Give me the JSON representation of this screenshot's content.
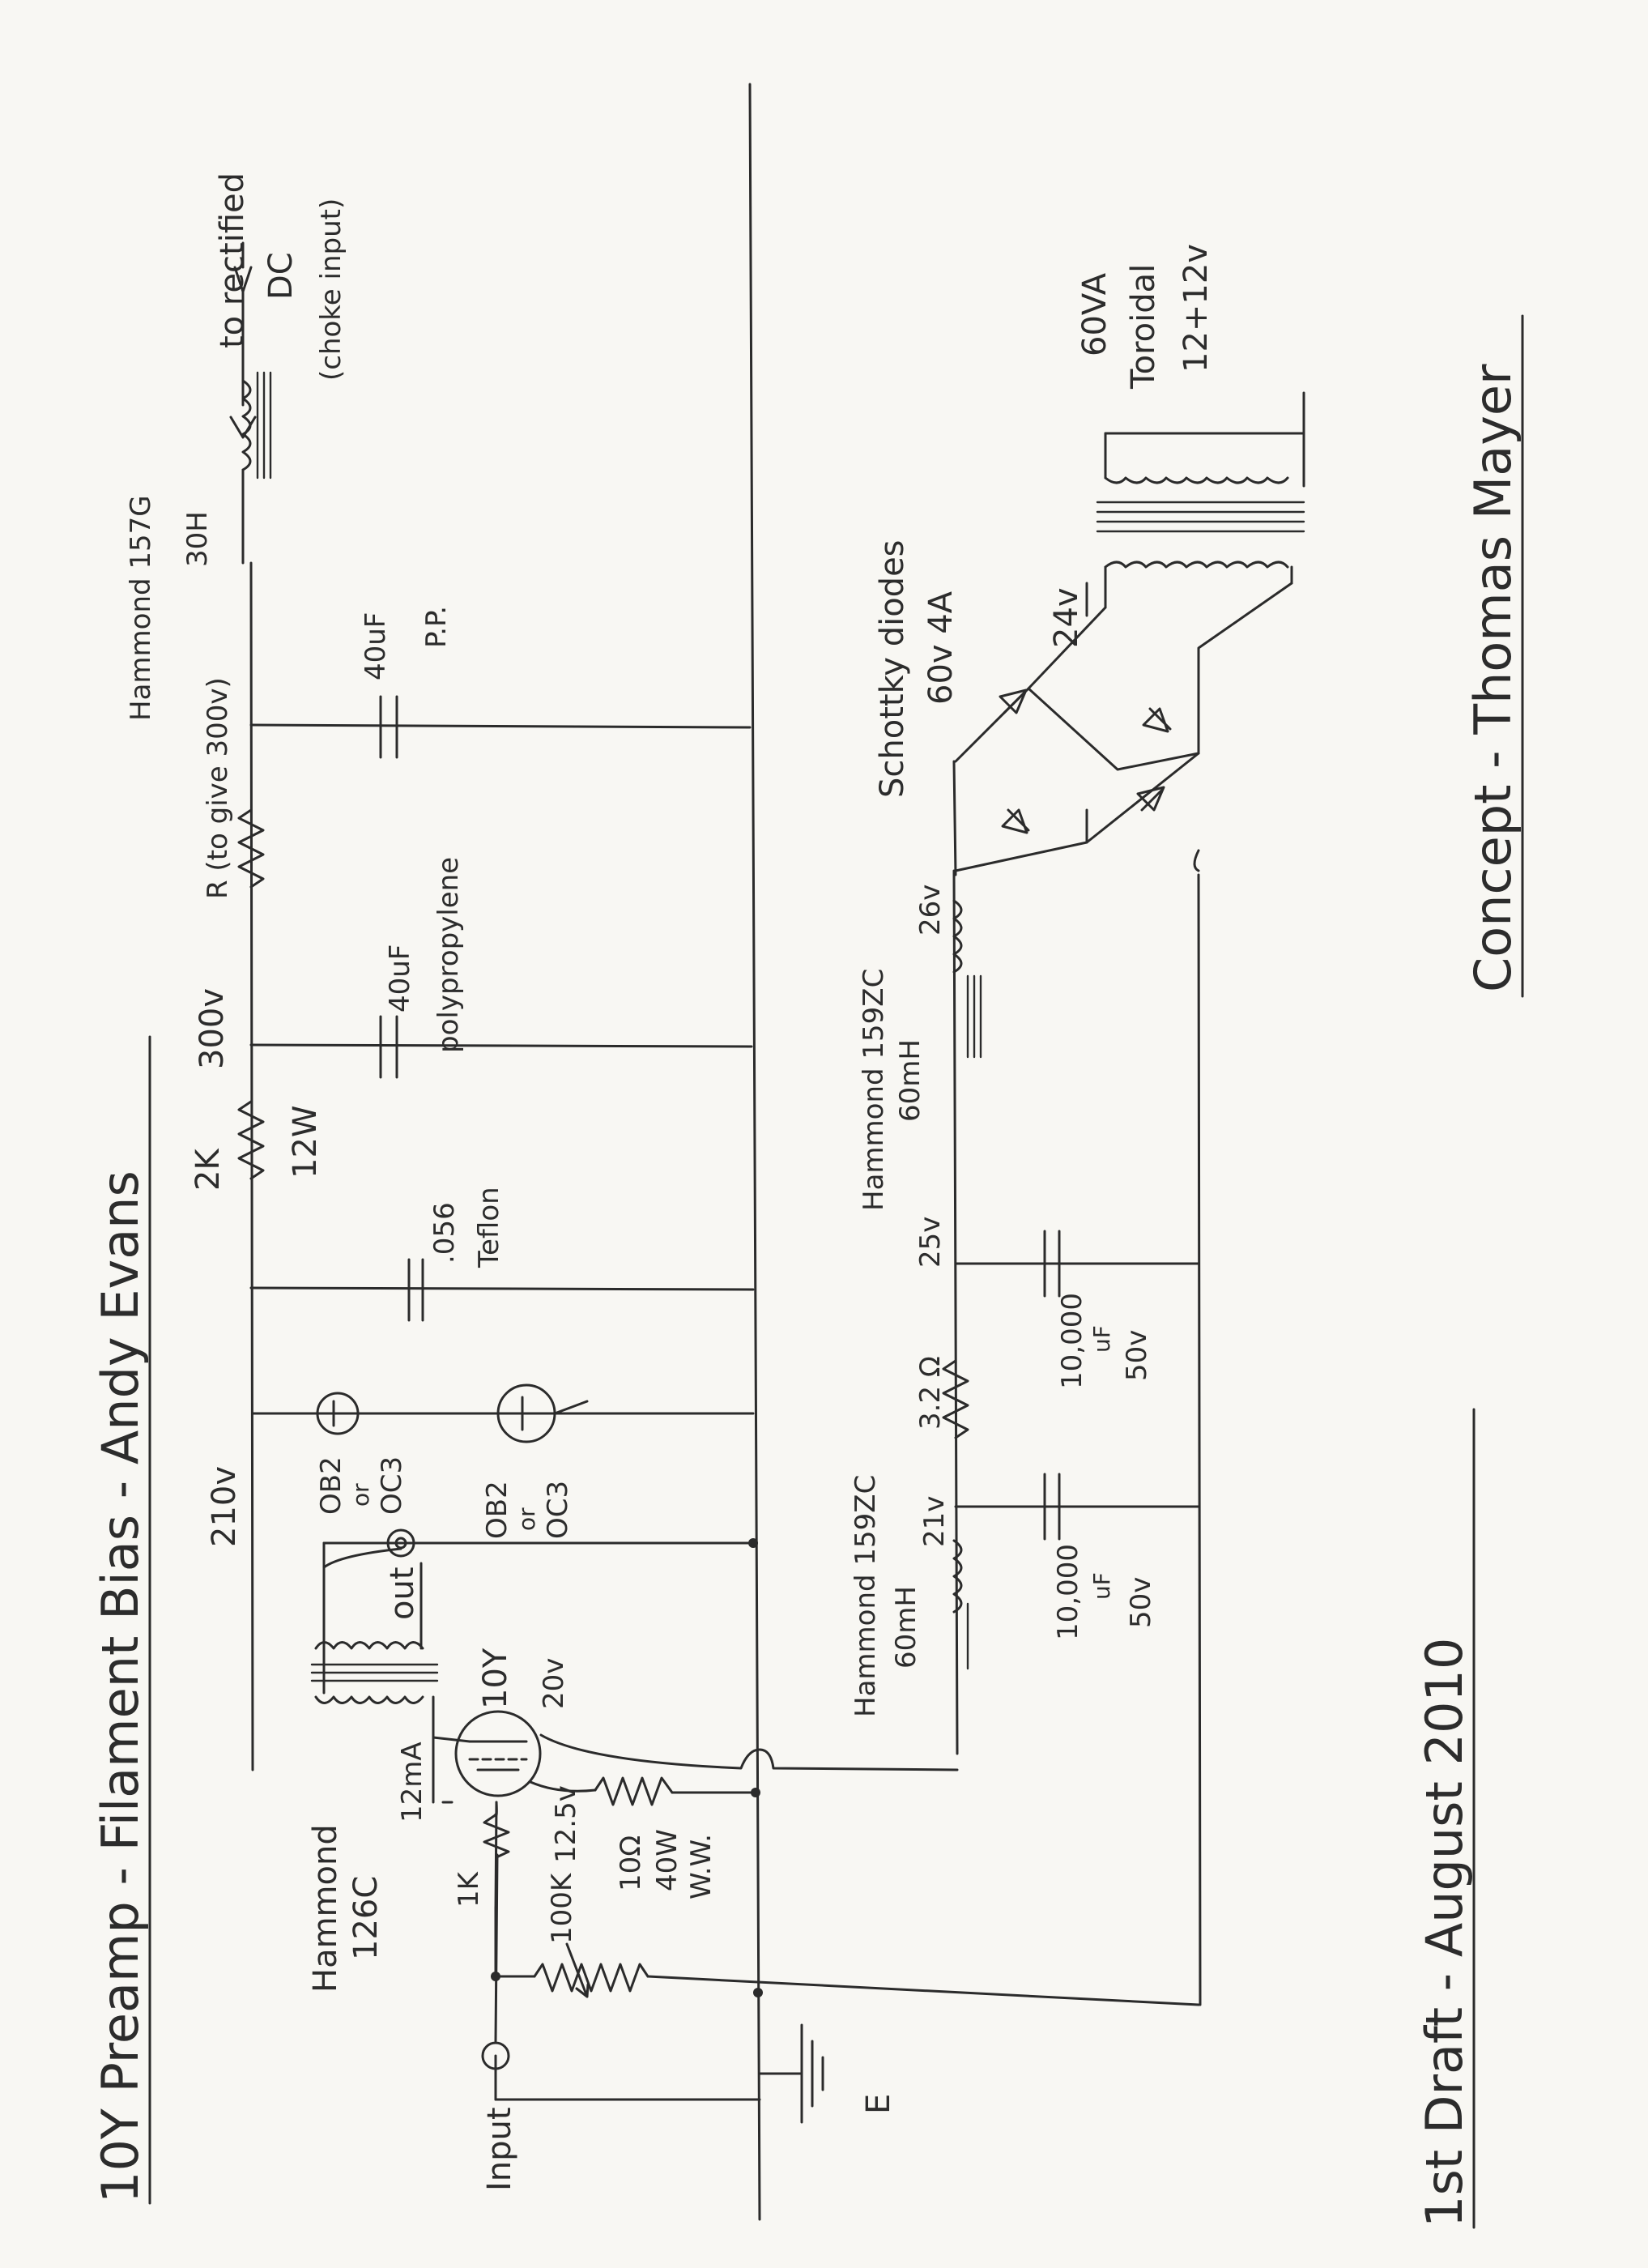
{
  "diagram": {
    "title": "10Y Preamp - Filament Bias - Andy Evans",
    "credit": "Concept - Thomas Mayer",
    "draft": "1st Draft - August 2010",
    "labels": {
      "input": "Input",
      "ground": "E",
      "input_transformer_line1": "Hammond",
      "input_transformer_line2": "126C",
      "r_1k": "1K",
      "pot_100k": "100K",
      "v_12_5": "12.5v",
      "r_10_line1": "10Ω",
      "r_10_line2": "40W",
      "r_10_line3": "W.W.",
      "tube_current": "12mA",
      "tube_name": "10Y",
      "tube_voltage": "20v",
      "output": "out",
      "reg1_line1": "OB2",
      "reg1_line2": "or",
      "reg1_line3": "OC3",
      "reg2_line1": "OB2",
      "reg2_line2": "or",
      "reg2_line3": "OC3",
      "v_210": "210v",
      "cap_056_line1": ".056",
      "cap_056_line2": "Teflon",
      "r_2k_line1": "2K",
      "r_2k_line2": "12W",
      "v_300": "300v",
      "cap_40_line1": "40uF",
      "cap_40_line2": "polypropylene",
      "r_drop": "R (to give 300v)",
      "cap_40pp_line1": "40uF",
      "cap_40pp_line2": "P.P.",
      "choke_hv_line1": "Hammond 157G",
      "choke_hv_line2": "30H",
      "to_dc_line1": "to rectified",
      "to_dc_line2": "DC",
      "to_dc_line3": "(choke input)",
      "choke_lv1_line1": "Hammond 159ZC",
      "choke_lv1_line2": "60mH",
      "v_21": "21v",
      "cap_10000a_line1": "10,000",
      "cap_10000a_line2": "uF",
      "cap_10000a_line3": "50v",
      "r_3_2": "3.2 Ω",
      "v_25": "25v",
      "cap_10000b_line1": "10,000",
      "cap_10000b_line2": "uF",
      "cap_10000b_line3": "50v",
      "choke_lv2_line1": "Hammond 159ZC",
      "choke_lv2_line2": "60mH",
      "v_26": "26v",
      "diodes_line1": "Schottky diodes",
      "diodes_line2": "60v 4A",
      "v_24": "24v",
      "xfmr_line1": "60VA",
      "xfmr_line2": "Toroidal",
      "xfmr_line3": "12+12v"
    }
  }
}
